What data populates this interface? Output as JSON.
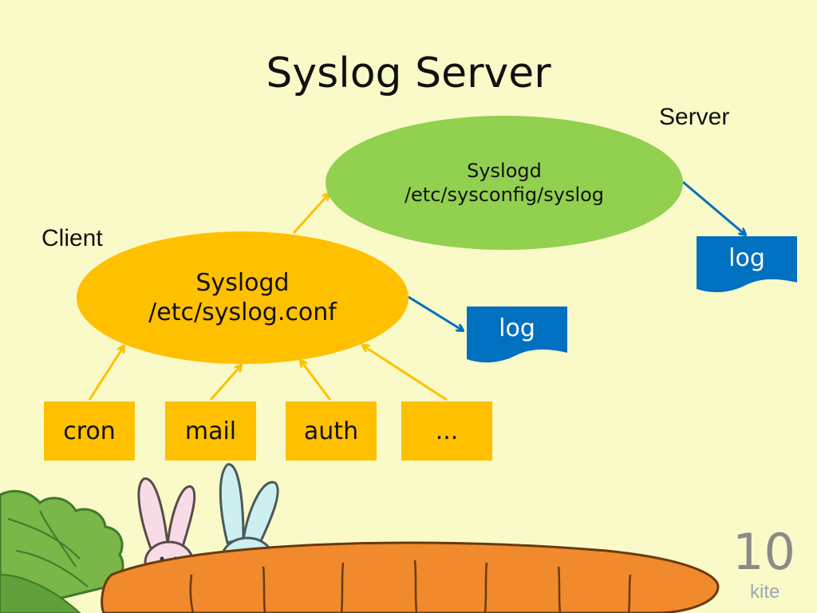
{
  "slide": {
    "title": "Syslog Server",
    "page_number": "10",
    "brand": "kite"
  },
  "server": {
    "label": "Server",
    "daemon": "Syslogd",
    "config_path": "/etc/sysconfig/syslog",
    "log_label": "log"
  },
  "client": {
    "label": "Client",
    "daemon": "Syslogd",
    "config_path": "/etc/syslog.conf",
    "log_label": "log"
  },
  "facilities": [
    {
      "label": "cron"
    },
    {
      "label": "mail"
    },
    {
      "label": "auth"
    },
    {
      "label": "..."
    }
  ],
  "colors": {
    "background": "#fafac8",
    "client_fill": "#ffc000",
    "server_fill": "#92d050",
    "log_fill": "#0070c0",
    "facility_arrow": "#ffc000",
    "log_arrow": "#0070c0"
  }
}
